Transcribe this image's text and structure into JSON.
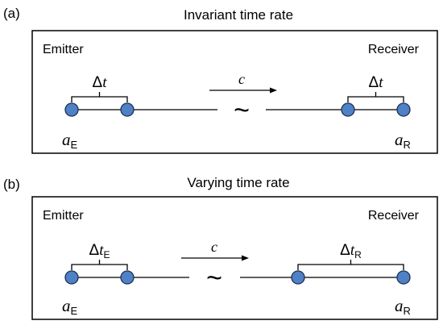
{
  "panels": [
    {
      "tag": "(a)",
      "title": "Invariant time rate",
      "emitter_label": "Emitter",
      "receiver_label": "Receiver",
      "emitter_interval": {
        "delta": "Δ",
        "var": "t",
        "sub": ""
      },
      "receiver_interval": {
        "delta": "Δ",
        "var": "t",
        "sub": ""
      },
      "speed_label": "c",
      "wave_symbol": "~",
      "emitter_scale": {
        "var": "a",
        "sub": "E"
      },
      "receiver_scale": {
        "var": "a",
        "sub": "R"
      }
    },
    {
      "tag": "(b)",
      "title": "Varying time rate",
      "emitter_label": "Emitter",
      "receiver_label": "Receiver",
      "emitter_interval": {
        "delta": "Δ",
        "var": "t",
        "sub": "E"
      },
      "receiver_interval": {
        "delta": "Δ",
        "var": "t",
        "sub": "R"
      },
      "speed_label": "c",
      "wave_symbol": "~",
      "emitter_scale": {
        "var": "a",
        "sub": "E"
      },
      "receiver_scale": {
        "var": "a",
        "sub": "R"
      }
    }
  ],
  "colors": {
    "dot_fill": "#4f81c7",
    "dot_stroke": "#1f2f4f",
    "line": "#000000"
  }
}
